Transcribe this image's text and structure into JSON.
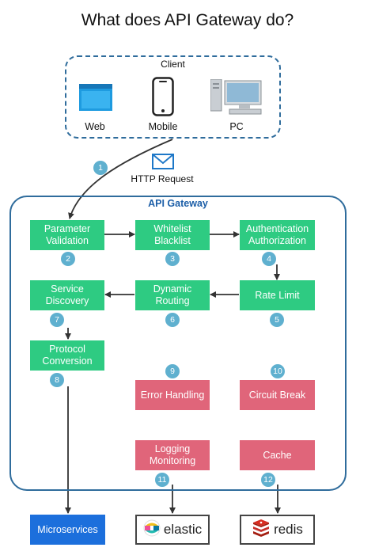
{
  "title": "What does API Gateway do?",
  "client": {
    "label": "Client",
    "devices": [
      {
        "label": "Web",
        "icon": "browser-window-icon"
      },
      {
        "label": "Mobile",
        "icon": "mobile-phone-icon"
      },
      {
        "label": "PC",
        "icon": "desktop-computer-icon"
      }
    ]
  },
  "request": {
    "label": "HTTP Request",
    "icon": "envelope-icon",
    "step": "1"
  },
  "gateway": {
    "label": "API Gateway",
    "steps": [
      {
        "step": "2",
        "label": "Parameter\nValidation"
      },
      {
        "step": "3",
        "label": "Whitelist\nBlacklist"
      },
      {
        "step": "4",
        "label": "Authentication\nAuthorization"
      },
      {
        "step": "5",
        "label": "Rate Limit"
      },
      {
        "step": "6",
        "label": "Dynamic\nRouting"
      },
      {
        "step": "7",
        "label": "Service\nDiscovery"
      },
      {
        "step": "8",
        "label": "Protocol\nConversion"
      }
    ],
    "auxiliary": [
      {
        "step": "9",
        "label": "Error Handling"
      },
      {
        "step": "10",
        "label": "Circuit Break"
      },
      {
        "step": "11",
        "label": "Logging\nMonitoring"
      },
      {
        "step": "12",
        "label": "Cache"
      }
    ]
  },
  "targets": {
    "microservices": "Microservices",
    "elastic": "elastic",
    "redis": "redis"
  },
  "colors": {
    "green": "#2ecb82",
    "pink": "#e0657a",
    "badge": "#5fb0cf",
    "border": "#2f6c9c",
    "microservices": "#1c6fdc"
  }
}
